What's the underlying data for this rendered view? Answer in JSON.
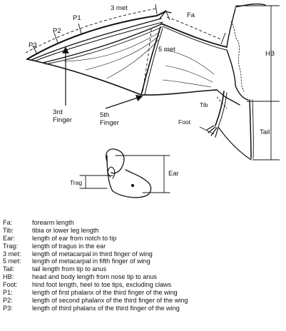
{
  "diagram": {
    "labels": {
      "fa": "Fa",
      "met3": "3 met",
      "met5": "5 met",
      "p1": "P1",
      "p2": "P2",
      "p3": "P3",
      "hb": "HB",
      "tib": "Tib",
      "foot": "Foot",
      "tail": "Tail",
      "ear": "Ear",
      "trag": "Trag",
      "finger3_line1": "3rd",
      "finger3_line2": "Finger",
      "finger5_line1": "5th",
      "finger5_line2": "Finger"
    }
  },
  "legend": [
    {
      "abbr": "Fa:",
      "desc": "forearm length"
    },
    {
      "abbr": "Tib:",
      "desc": "tibia or lower leg length"
    },
    {
      "abbr": "Ear:",
      "desc": "length of ear from notch to tip"
    },
    {
      "abbr": "Trag:",
      "desc": "length of tragus in the ear"
    },
    {
      "abbr": "3 met:",
      "desc": "length of metacarpal in third finger of wing"
    },
    {
      "abbr": "5 met:",
      "desc": "length of metacarpal in fifth finger of wing"
    },
    {
      "abbr": "Tail:",
      "desc": "tail length from tip to anus"
    },
    {
      "abbr": "HB:",
      "desc": "head and body length from nose tip to anus"
    },
    {
      "abbr": "Foot:",
      "desc": "hind foot length, heel to toe tips, excluding claws"
    },
    {
      "abbr": "P1:",
      "desc": "length of first phalanx of the third finger of the wing"
    },
    {
      "abbr": "P2:",
      "desc": "length of second phalanx of the third finger of the wing"
    },
    {
      "abbr": "P3:",
      "desc": "length of third phalanx of the third finger of the wing"
    }
  ]
}
